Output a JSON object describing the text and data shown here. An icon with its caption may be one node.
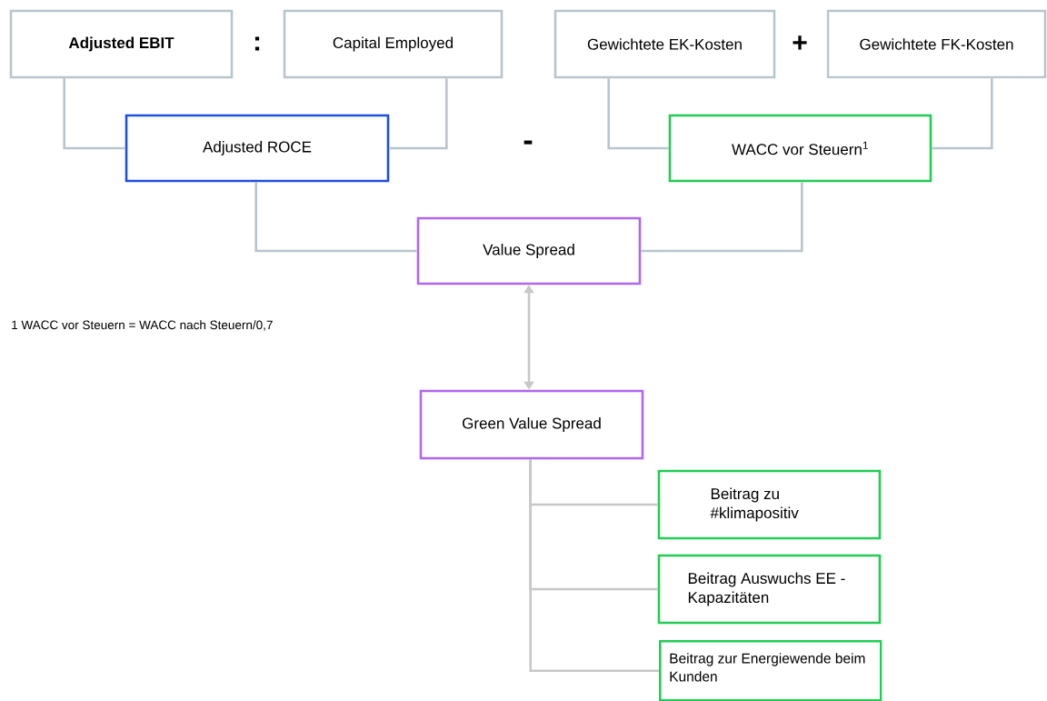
{
  "diagram": {
    "nodes": [
      {
        "text": [
          "Adjusted EBIT"
        ]
      },
      {
        "text": [
          "Capital Employed"
        ]
      },
      {
        "text": [
          "Gewichtete EK-Kosten"
        ]
      },
      {
        "text": [
          "Gewichtete FK-Kosten"
        ]
      },
      {
        "text": [
          "Adjusted ROCE"
        ]
      },
      {
        "text": [
          "WACC vor Steuern$^{1}$"
        ]
      },
      {
        "text": [
          "Value Spread"
        ]
      },
      {
        "text": [
          "Green Value Spread"
        ]
      },
      {
        "text": [
          "Beitrag zu #klimapositiv"
        ]
      },
      {
        "text": [
          "Beitrag Auswuchs EE - Kapazitäten"
        ]
      },
      {
        "text": [
          "Beitrag zur Energiewende beim Kunden"
        ]
      }
    ],
    "edges": [
      {
        "from": 0,
        "to": 4,
        "arrow": "none"
      },
      {
        "from": 1,
        "to": 4,
        "arrow": "none"
      },
      {
        "from": 2,
        "to": 5,
        "arrow": "none"
      },
      {
        "from": 3,
        "to": 5,
        "arrow": "none"
      },
      {
        "from": 4,
        "to": 6,
        "arrow": "none"
      },
      {
        "from": 5,
        "to": 6,
        "arrow": "none"
      },
      {
        "from": 6,
        "to": 7,
        "arrow": "both",
        "color": "#c8c8c8"
      },
      {
        "from": 7,
        "to": 8,
        "arrow": "none",
        "color": "#c8c8c8"
      },
      {
        "from": 7,
        "to": 9,
        "arrow": "none",
        "color": "#c8c8c8"
      },
      {
        "from": 7,
        "to": 10,
        "arrow": "none",
        "color": "#c8c8c8"
      }
    ],
    "labels": [
      ":",
      "+",
      "-",
      "1  WACC vor Steuern = WACC nach Steuern/0,7"
    ]
  }
}
